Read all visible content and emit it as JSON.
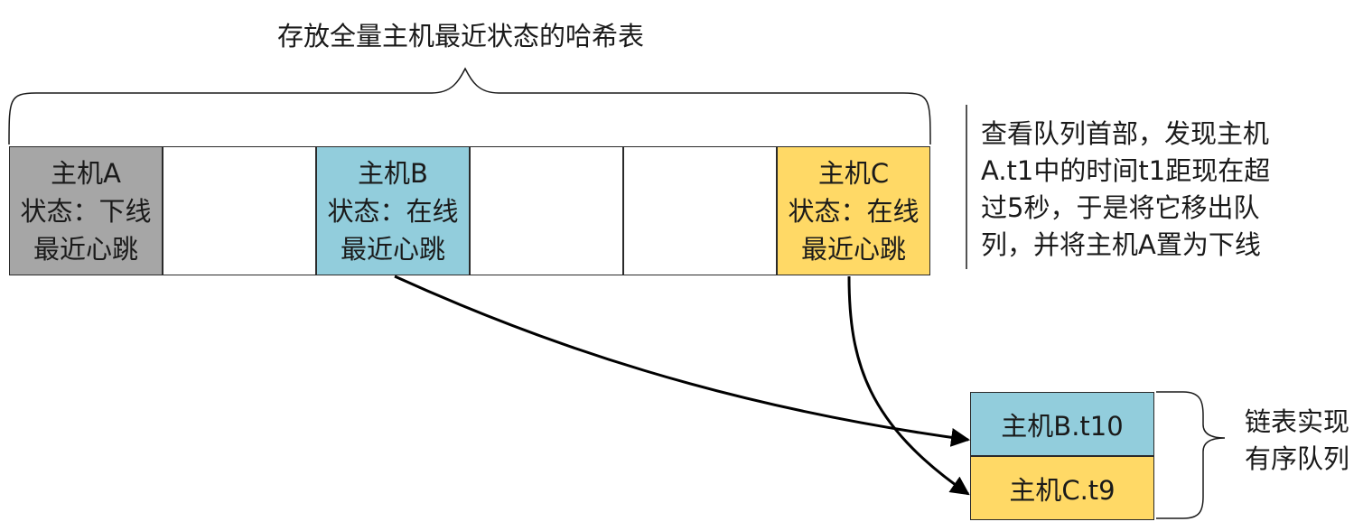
{
  "title": "存放全量主机最近状态的哈希表",
  "hash_table": {
    "cells": [
      {
        "line1": "主机A",
        "line2": "状态：下线",
        "line3": "最近心跳",
        "color": "#a6a6a6"
      },
      {
        "line1": "",
        "line2": "",
        "line3": "",
        "color": "#ffffff"
      },
      {
        "line1": "主机B",
        "line2": "状态：在线",
        "line3": "最近心跳",
        "color": "#92cddc"
      },
      {
        "line1": "",
        "line2": "",
        "line3": "",
        "color": "#ffffff"
      },
      {
        "line1": "",
        "line2": "",
        "line3": "",
        "color": "#ffffff"
      },
      {
        "line1": "主机C",
        "line2": "状态：在线",
        "line3": "最近心跳",
        "color": "#ffd966"
      }
    ]
  },
  "note": {
    "lines": [
      "查看队列首部，发现主机",
      "A.t1中的时间t1距现在超",
      "过5秒，于是将它移出队",
      "列，并将主机A置为下线"
    ]
  },
  "queue": {
    "items": [
      {
        "label": "主机B.t10",
        "color": "#92cddc"
      },
      {
        "label": "主机C.t9",
        "color": "#ffd966"
      }
    ],
    "label_lines": [
      "链表实现",
      "有序队列"
    ]
  }
}
